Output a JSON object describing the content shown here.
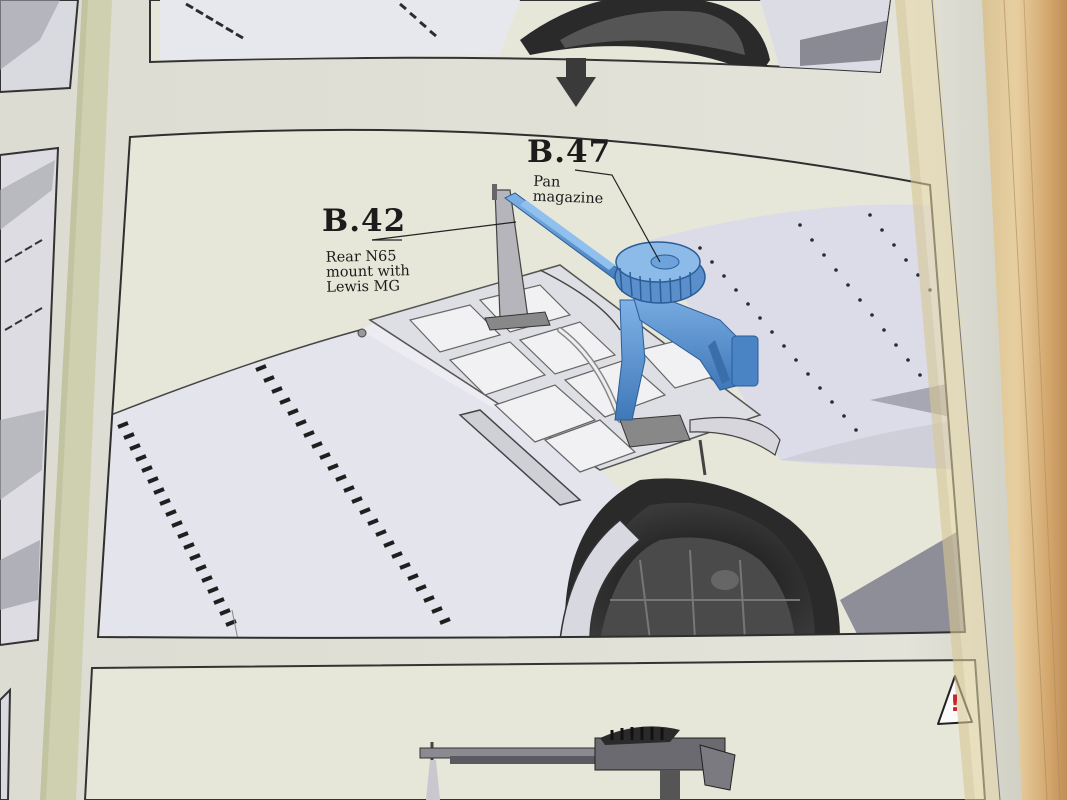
{
  "colors": {
    "panel_background": "#e6e7d8",
    "page_gutter": "#cfd0b0",
    "wing_fabric": "#dddde6",
    "highlighted_part": "#5f95d2",
    "ink": "#1c1c1c",
    "warning_red": "#c8242a"
  },
  "icons": [
    "step-arrow-down-icon",
    "warning-triangle-icon"
  ],
  "callouts": {
    "pan_magazine": {
      "code": "B.47",
      "line1": "Pan",
      "line2": "magazine"
    },
    "rear_mount": {
      "code": "B.42",
      "line1": "Rear N65",
      "line2": "mount with",
      "line3": "Lewis MG"
    }
  },
  "warning": {
    "symbol": "!"
  }
}
